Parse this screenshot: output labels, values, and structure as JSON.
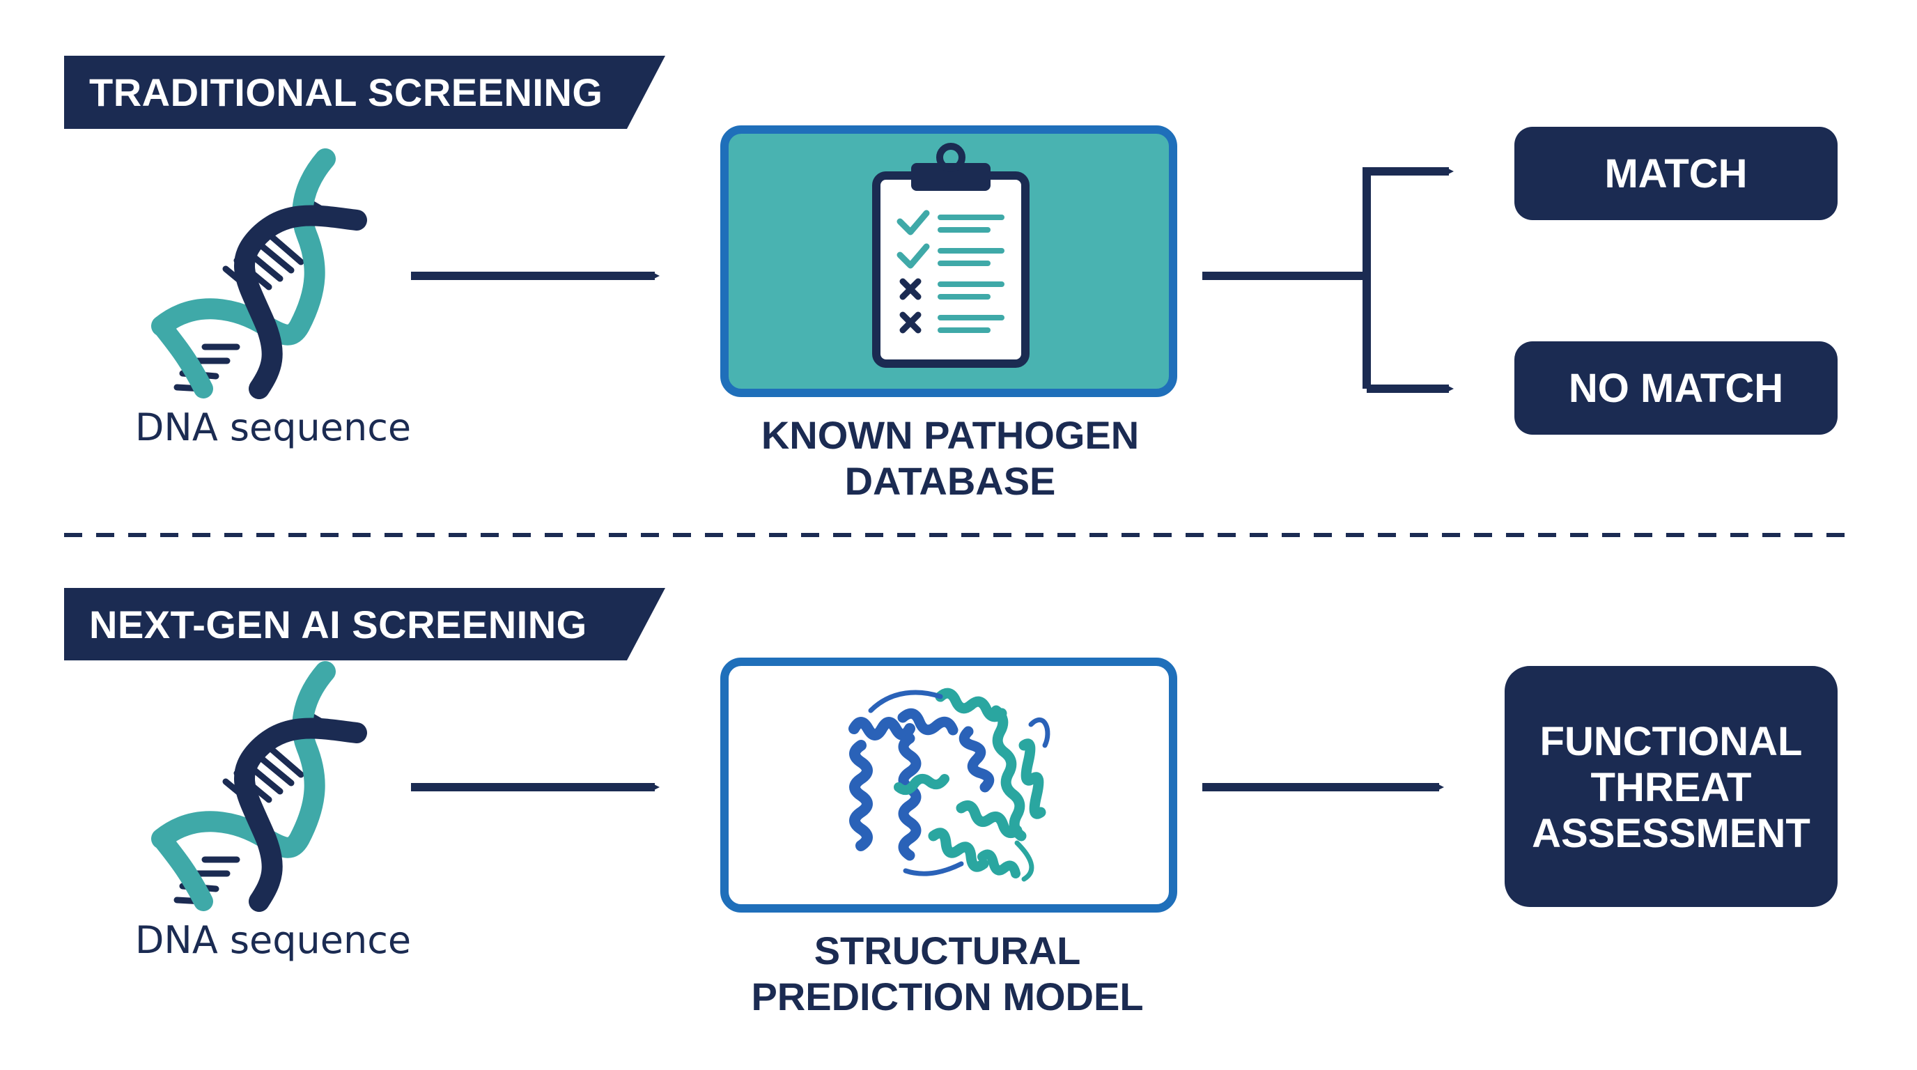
{
  "colors": {
    "navy": "#1b2b52",
    "teal": "#3fa9a8",
    "teal_light": "#49b3b1",
    "blue_border": "#1f6fba",
    "protein_blue": "#2a62b8",
    "protein_teal": "#2aa6a0"
  },
  "sections": [
    {
      "header": "TRADITIONAL SCREENING",
      "input": {
        "label": "DNA sequence",
        "icon": "dna-helix-icon"
      },
      "process": {
        "icon": "clipboard-checklist-icon",
        "caption_lines": [
          "KNOWN PATHOGEN",
          "DATABASE"
        ]
      },
      "outcomes": [
        "MATCH",
        "NO MATCH"
      ]
    },
    {
      "header": "NEXT-GEN AI SCREENING",
      "input": {
        "label": "DNA sequence",
        "icon": "dna-helix-icon"
      },
      "process": {
        "icon": "protein-structure-icon",
        "caption_lines": [
          "STRUCTURAL",
          "PREDICTION MODEL"
        ]
      },
      "outcome_lines": [
        "FUNCTIONAL",
        "THREAT",
        "ASSESSMENT"
      ]
    }
  ]
}
